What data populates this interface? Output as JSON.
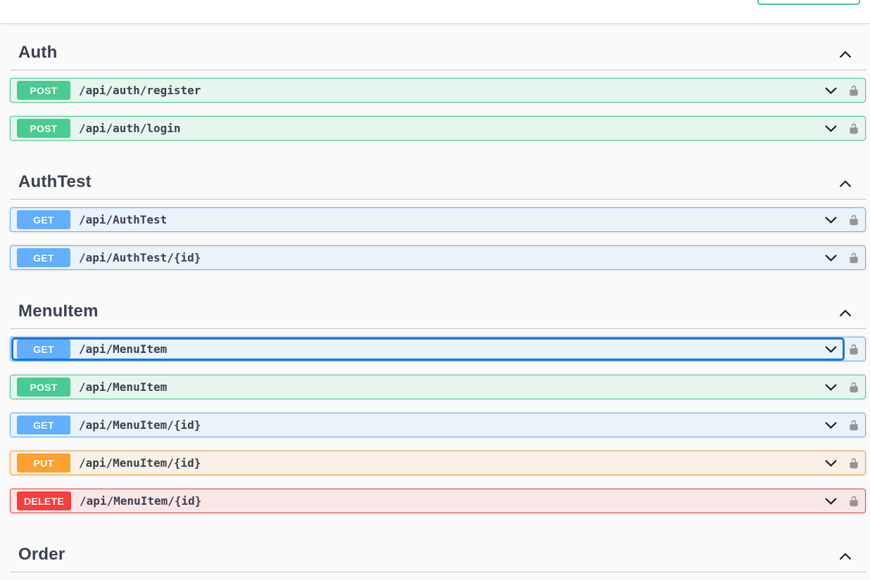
{
  "header": {
    "authorize_button": {
      "visible_label": "",
      "accent_color": "#49cc90"
    }
  },
  "theme": {
    "method_colors": {
      "GET": "#61affe",
      "POST": "#49cc90",
      "PUT": "#fca130",
      "DELETE": "#f93e3e"
    },
    "row_tint_alpha": 0.1,
    "focus_ring_color": "#1d76d8",
    "heading_color": "#3b4151",
    "lock_icon_color": "#949494"
  },
  "sections": [
    {
      "title": "Auth",
      "expanded": true,
      "endpoints": [
        {
          "method": "POST",
          "path": "/api/auth/register",
          "auth": "unlocked",
          "expanded": false,
          "focused": false
        },
        {
          "method": "POST",
          "path": "/api/auth/login",
          "auth": "unlocked",
          "expanded": false,
          "focused": false
        }
      ]
    },
    {
      "title": "AuthTest",
      "expanded": true,
      "endpoints": [
        {
          "method": "GET",
          "path": "/api/AuthTest",
          "auth": "unlocked",
          "expanded": false,
          "focused": false
        },
        {
          "method": "GET",
          "path": "/api/AuthTest/{id}",
          "auth": "unlocked",
          "expanded": false,
          "focused": false
        }
      ]
    },
    {
      "title": "MenuItem",
      "expanded": true,
      "endpoints": [
        {
          "method": "GET",
          "path": "/api/MenuItem",
          "auth": "unlocked",
          "expanded": false,
          "focused": true
        },
        {
          "method": "POST",
          "path": "/api/MenuItem",
          "auth": "unlocked",
          "expanded": false,
          "focused": false
        },
        {
          "method": "GET",
          "path": "/api/MenuItem/{id}",
          "auth": "unlocked",
          "expanded": false,
          "focused": false
        },
        {
          "method": "PUT",
          "path": "/api/MenuItem/{id}",
          "auth": "unlocked",
          "expanded": false,
          "focused": false
        },
        {
          "method": "DELETE",
          "path": "/api/MenuItem/{id}",
          "auth": "unlocked",
          "expanded": false,
          "focused": false
        }
      ]
    },
    {
      "title": "Order",
      "expanded": true,
      "partially_visible": true,
      "endpoints": []
    }
  ]
}
